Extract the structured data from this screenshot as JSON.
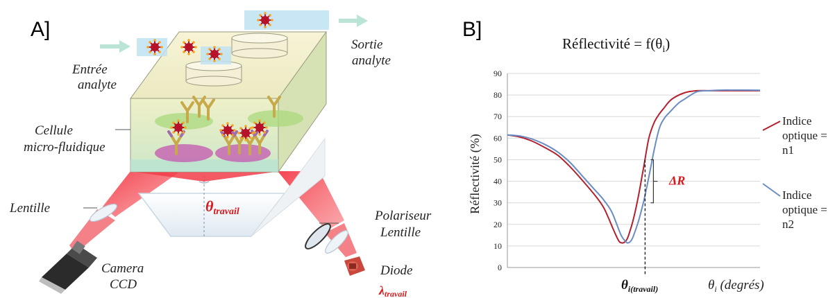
{
  "panel_a": {
    "label": "A]",
    "entree_line1": "Entrée",
    "entree_line2": "analyte",
    "sortie_line1": "Sortie",
    "sortie_line2": "analyte",
    "cellule_line1": "Cellule",
    "cellule_line2": "micro-fluidique",
    "lentille_left": "Lentille",
    "theta_main": "θ",
    "theta_sub": "travail",
    "polariseur": "Polariseur",
    "lentille_right": "Lentille",
    "camera_line1": "Camera",
    "camera_line2": "CCD",
    "diode": "Diode",
    "lambda_main": "λ",
    "lambda_sub": "travail",
    "colors": {
      "laser": "#f2545b",
      "chip": "#e9efc8",
      "virus": "#b5122a",
      "antibody": "#c7a94a",
      "spot_green": "#a9d87e",
      "spot_purple": "#c45fb0",
      "arrow": "#b9e4d6"
    }
  },
  "panel_b": {
    "label": "B]",
    "title_main": "Réflectivité = f(θ",
    "title_sub": "i",
    "title_close": ")",
    "ylabel": "Réflectivité (%)",
    "xlabel_main": "θ",
    "xlabel_sub": "i",
    "xlabel_rest": " (degrés)",
    "xmark_main": "θ",
    "xmark_sub": "i(travail)",
    "delta_label": "ΔR",
    "legend": [
      {
        "line1": "Indice",
        "line2": "optique =",
        "line3": "n1",
        "color": "#b3202e"
      },
      {
        "line1": "Indice",
        "line2": "optique =",
        "line3": "n2",
        "color": "#6a8cc4"
      }
    ]
  },
  "chart_data": {
    "type": "line",
    "title": "Réflectivité = f(θi)",
    "xlabel": "θi (degrés)",
    "ylabel": "Réflectivité (%)",
    "ylim": [
      0,
      90
    ],
    "yticks": [
      0,
      10,
      20,
      30,
      40,
      50,
      60,
      70,
      80,
      90
    ],
    "xlim": [
      0,
      100
    ],
    "x_marker": 54.5,
    "series": [
      {
        "name": "Indice optique = n1",
        "color": "#b3202e",
        "x": [
          0,
          5,
          10,
          15,
          20,
          25,
          30,
          35,
          38,
          40,
          42,
          44,
          45,
          46,
          47,
          48,
          50,
          52,
          54,
          56,
          58,
          60,
          62,
          65,
          70,
          75,
          80,
          85,
          90,
          95,
          100
        ],
        "y": [
          61.5,
          60.5,
          58.5,
          55.5,
          52,
          46.5,
          40,
          33,
          28,
          23,
          17.5,
          12.5,
          11.5,
          11.5,
          12.5,
          15,
          23,
          34,
          47,
          60,
          67,
          71,
          74,
          78,
          81,
          82,
          82,
          82,
          82,
          82,
          82
        ]
      },
      {
        "name": "Indice optique = n2",
        "color": "#6a8cc4",
        "x": [
          0,
          5,
          10,
          15,
          20,
          25,
          30,
          35,
          38,
          41,
          43,
          45,
          47,
          48,
          49,
          50,
          52,
          54,
          56,
          58,
          60,
          62,
          65,
          68,
          70,
          75,
          80,
          85,
          90,
          95,
          100
        ],
        "y": [
          61.5,
          61,
          59.5,
          57,
          53.5,
          48.5,
          42,
          35.5,
          31.5,
          26.5,
          21,
          15,
          11.8,
          11.5,
          12.5,
          15,
          22,
          31,
          42,
          54,
          64,
          69,
          73,
          76.5,
          78,
          81.5,
          82,
          82.3,
          82.3,
          82.3,
          82.2
        ]
      }
    ],
    "annotations": [
      {
        "text": "ΔR",
        "between_y": [
          30,
          50
        ],
        "at_x": 54.5
      }
    ]
  }
}
